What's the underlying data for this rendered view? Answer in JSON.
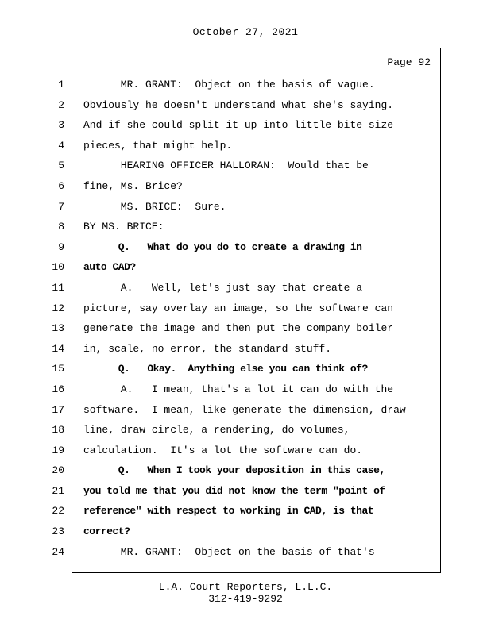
{
  "header": {
    "date": "October 27, 2021"
  },
  "page": {
    "page_label": "Page 92",
    "lines": [
      {
        "n": "1",
        "bold": false,
        "text": "      MR. GRANT:  Object on the basis of vague."
      },
      {
        "n": "2",
        "bold": false,
        "text": "Obviously he doesn't understand what she's saying."
      },
      {
        "n": "3",
        "bold": false,
        "text": "And if she could split it up into little bite size"
      },
      {
        "n": "4",
        "bold": false,
        "text": "pieces, that might help."
      },
      {
        "n": "5",
        "bold": false,
        "text": "      HEARING OFFICER HALLORAN:  Would that be"
      },
      {
        "n": "6",
        "bold": false,
        "text": "fine, Ms. Brice?"
      },
      {
        "n": "7",
        "bold": false,
        "text": "      MS. BRICE:  Sure."
      },
      {
        "n": "8",
        "bold": false,
        "text": "BY MS. BRICE:"
      },
      {
        "n": "9",
        "bold": true,
        "text": "      Q.   What do you do to create a drawing in"
      },
      {
        "n": "10",
        "bold": true,
        "text": "auto CAD?"
      },
      {
        "n": "11",
        "bold": false,
        "text": "      A.   Well, let's just say that create a"
      },
      {
        "n": "12",
        "bold": false,
        "text": "picture, say overlay an image, so the software can"
      },
      {
        "n": "13",
        "bold": false,
        "text": "generate the image and then put the company boiler"
      },
      {
        "n": "14",
        "bold": false,
        "text": "in, scale, no error, the standard stuff."
      },
      {
        "n": "15",
        "bold": true,
        "text": "      Q.   Okay.  Anything else you can think of?"
      },
      {
        "n": "16",
        "bold": false,
        "text": "      A.   I mean, that's a lot it can do with the"
      },
      {
        "n": "17",
        "bold": false,
        "text": "software.  I mean, like generate the dimension, draw"
      },
      {
        "n": "18",
        "bold": false,
        "text": "line, draw circle, a rendering, do volumes,"
      },
      {
        "n": "19",
        "bold": false,
        "text": "calculation.  It's a lot the software can do."
      },
      {
        "n": "20",
        "bold": true,
        "text": "      Q.   When I took your deposition in this case,"
      },
      {
        "n": "21",
        "bold": true,
        "text": "you told me that you did not know the term \"point of"
      },
      {
        "n": "22",
        "bold": true,
        "text": "reference\" with respect to working in CAD, is that"
      },
      {
        "n": "23",
        "bold": true,
        "text": "correct?"
      },
      {
        "n": "24",
        "bold": false,
        "text": "      MR. GRANT:  Object on the basis of that's"
      }
    ]
  },
  "footer": {
    "company": "L.A. Court Reporters, L.L.C.",
    "phone": "312-419-9292"
  }
}
